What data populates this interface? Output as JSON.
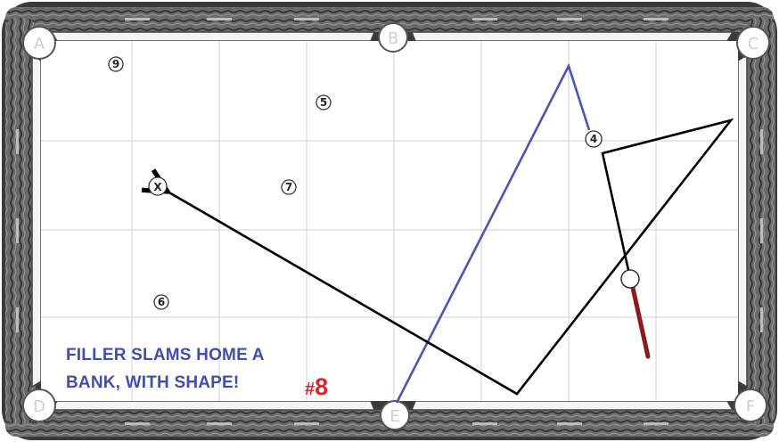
{
  "pockets": {
    "a": "A",
    "b": "B",
    "c": "C",
    "d": "D",
    "e": "E",
    "f": "F"
  },
  "balls": {
    "nine": "9",
    "five": "5",
    "four": "4",
    "seven": "7",
    "six": "6",
    "target": "X"
  },
  "caption": {
    "line1": "FILLER SLAMS HOME A",
    "line2": "BANK, WITH SHAPE!",
    "number_prefix": "#",
    "number": "8"
  },
  "colors": {
    "caption": "#3f4fb0",
    "shot_number": "#d9262f",
    "object_ball_path": "#4a55b5",
    "cue_ball_path": "#000000",
    "cue_stick": "#8b1a1a",
    "rail_wood": "#555555",
    "felt": "#ffffff",
    "grid": "#d8d8d8"
  }
}
